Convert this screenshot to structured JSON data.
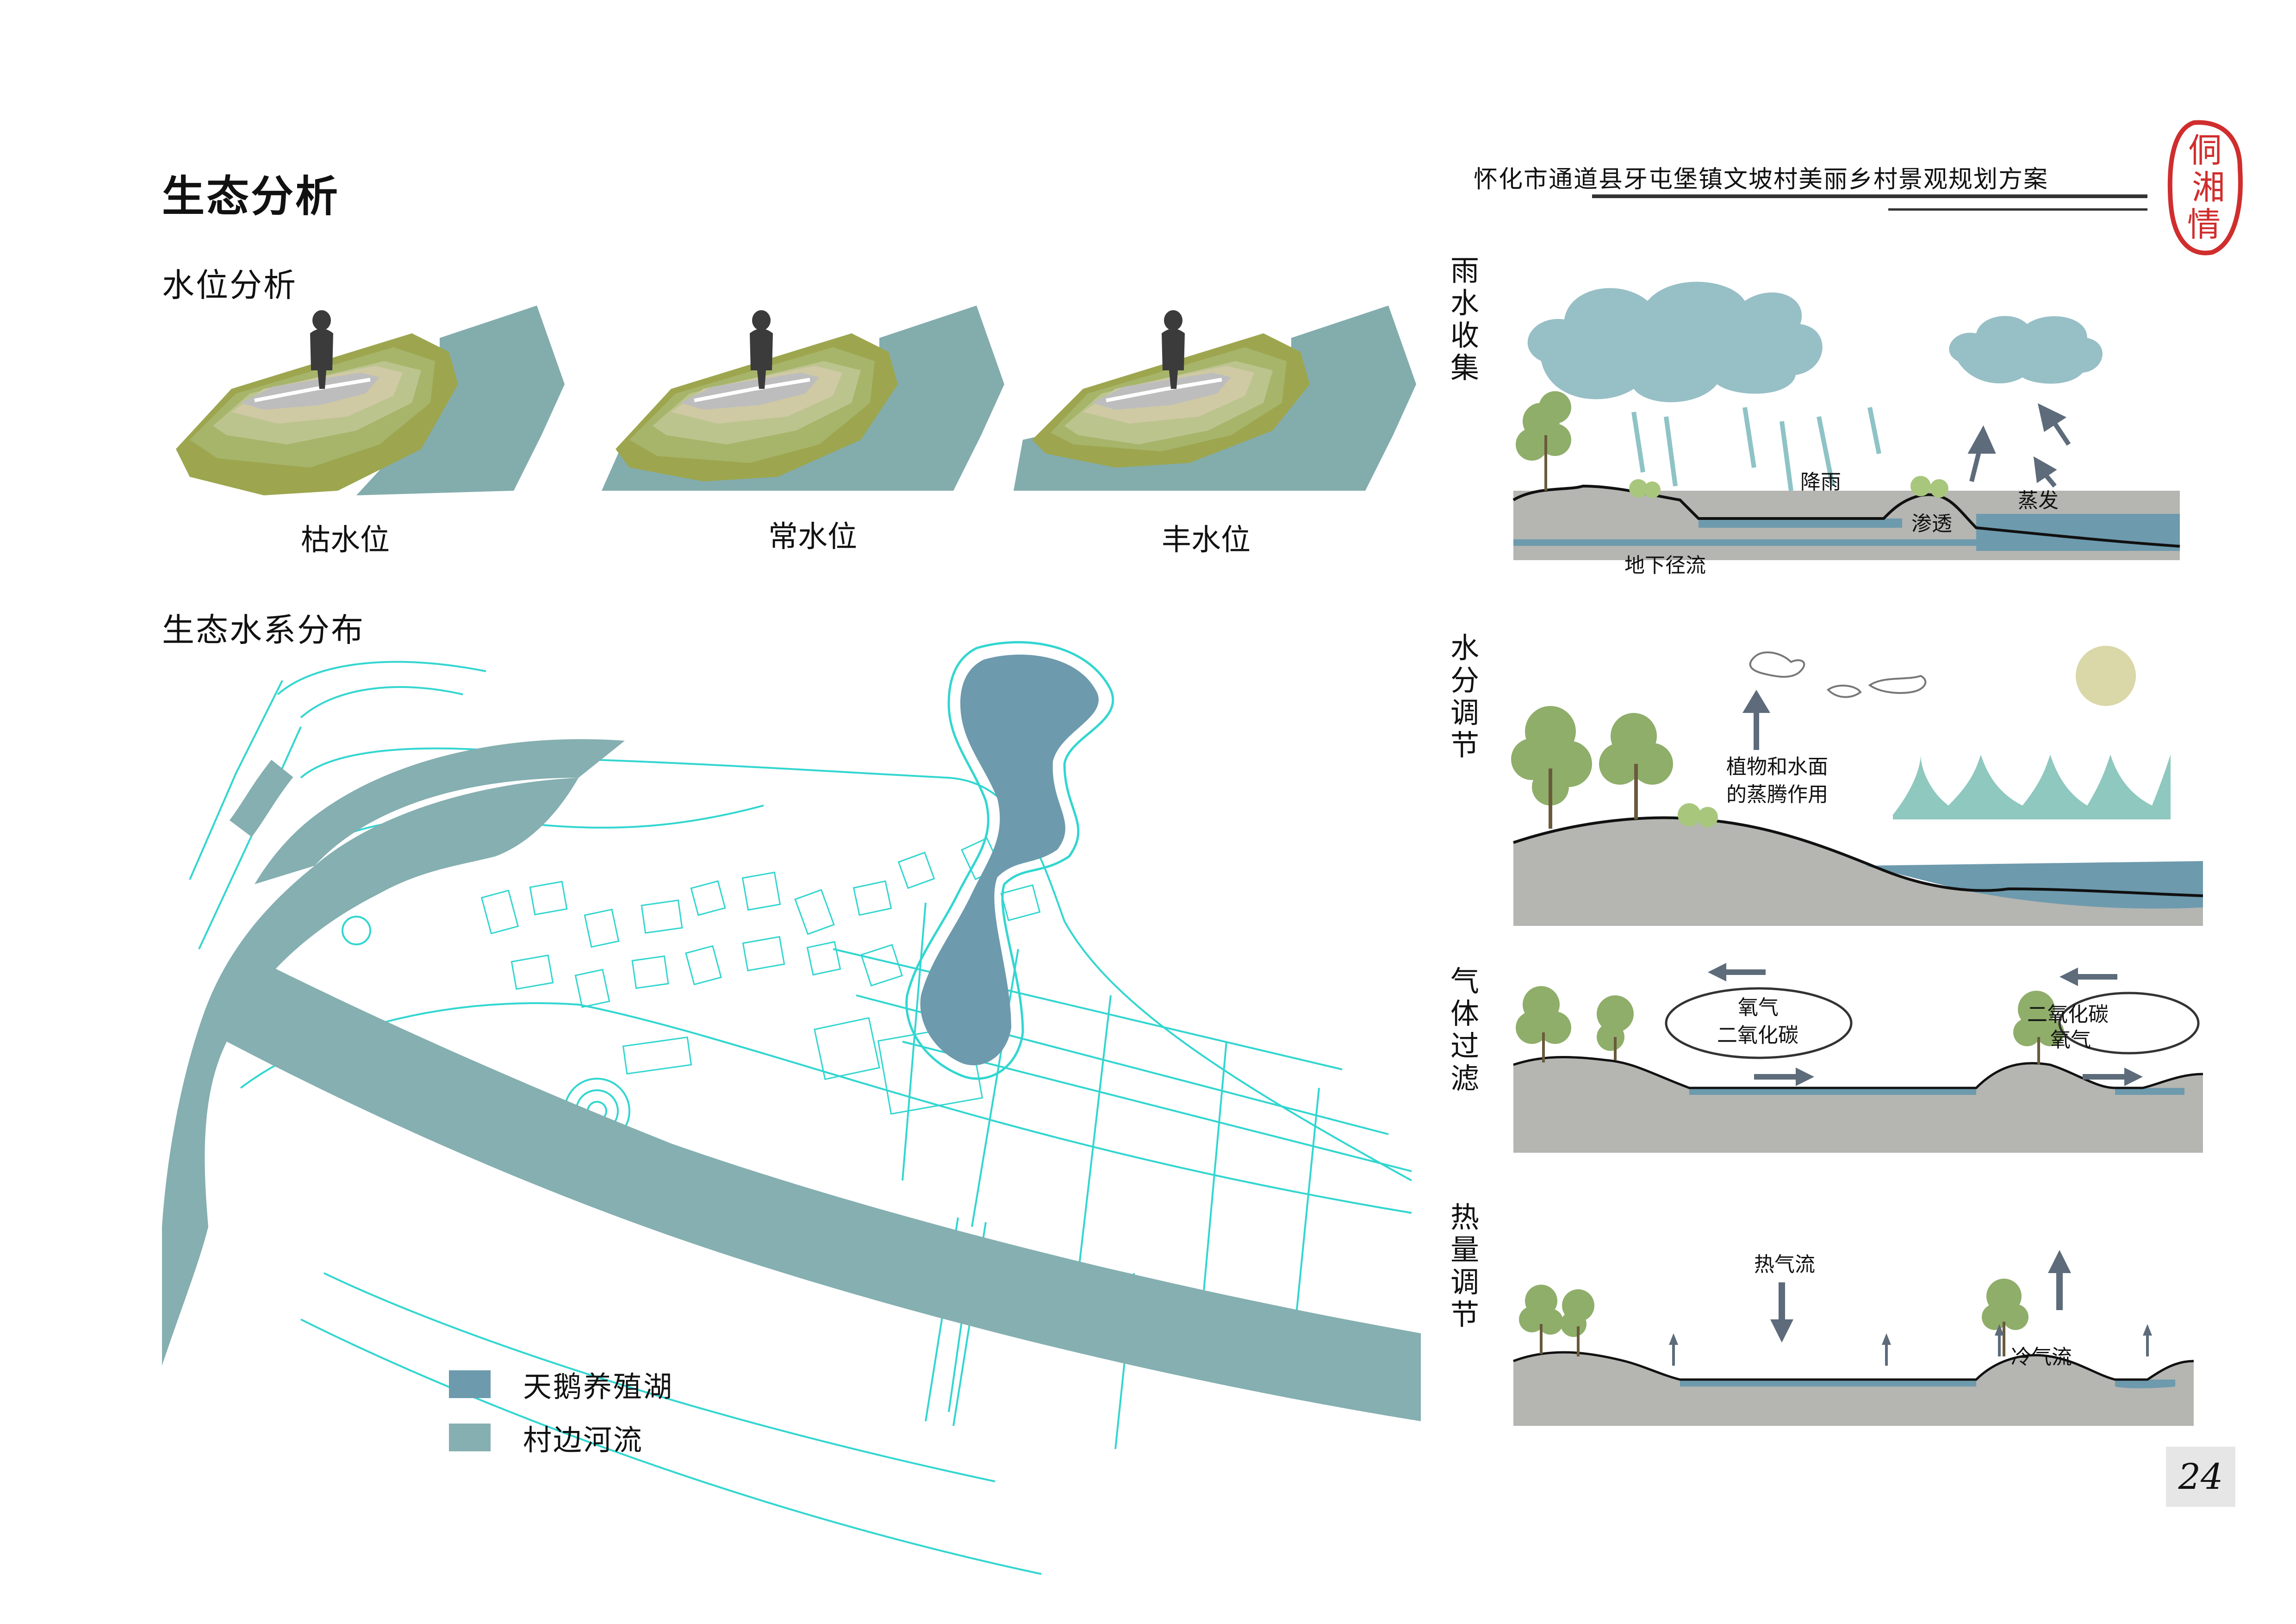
{
  "title": "生态分析",
  "project_title": "怀化市通道县牙屯堡镇文坡村美丽乡村景观规划方案",
  "seal_text": "侗湘情",
  "water_level": {
    "heading": "水位分析",
    "levels": [
      {
        "label": "枯水位",
        "level": "low"
      },
      {
        "label": "常水位",
        "level": "normal"
      },
      {
        "label": "丰水位",
        "level": "high"
      }
    ]
  },
  "water_system": {
    "heading": "生态水系分布",
    "legend": [
      {
        "label": "天鹅养殖湖",
        "color": "#6d9aad"
      },
      {
        "label": "村边河流",
        "color": "#85afb1"
      }
    ]
  },
  "diagrams": [
    {
      "title": "雨水收集",
      "labels": {
        "rain": "降雨",
        "infiltration": "渗透",
        "evaporation": "蒸发",
        "groundwater": "地下径流"
      }
    },
    {
      "title": "水分调节",
      "labels": {
        "transpiration_1": "植物和水面",
        "transpiration_2": "的蒸腾作用"
      }
    },
    {
      "title": "气体过滤",
      "labels": {
        "left_1": "氧气",
        "left_2": "二氧化碳",
        "right_1": "二氧化碳",
        "right_2": "氧气"
      }
    },
    {
      "title": "热量调节",
      "labels": {
        "hot": "热气流",
        "cold": "冷气流"
      }
    }
  ],
  "page_number": "24",
  "colors": {
    "water_lake": "#6d9aad",
    "water_river": "#85afb1",
    "ground": "#b5b5b1",
    "line": "#33d6d0",
    "cloud": "#97bfc6",
    "seal": "#d02e2e"
  }
}
